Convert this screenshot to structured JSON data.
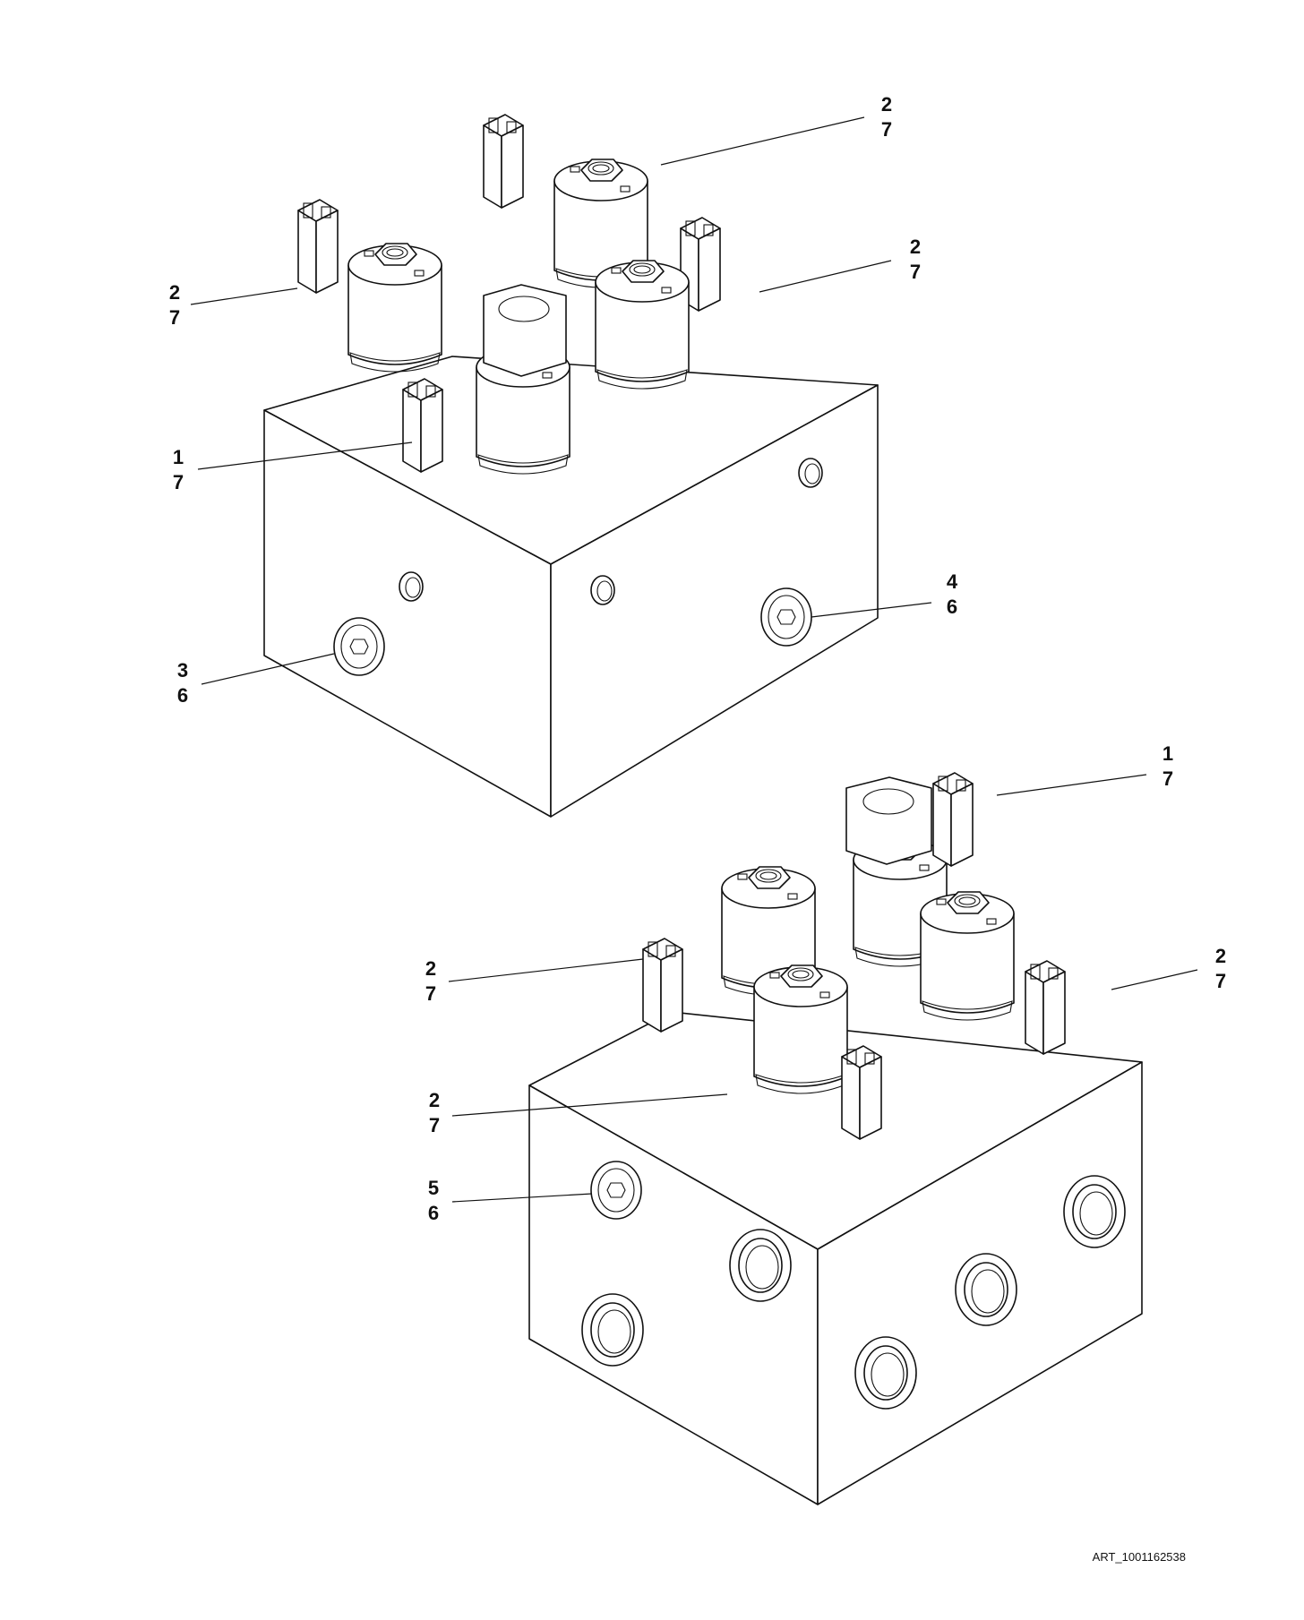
{
  "drawing": {
    "art_id": "ART_1001162538"
  },
  "assembly_top": {
    "callouts": [
      {
        "item": "2",
        "qty": "7"
      },
      {
        "item": "2",
        "qty": "7"
      },
      {
        "item": "2",
        "qty": "7"
      },
      {
        "item": "1",
        "qty": "7"
      },
      {
        "item": "4",
        "qty": "6"
      },
      {
        "item": "3",
        "qty": "6"
      }
    ]
  },
  "assembly_bottom": {
    "callouts": [
      {
        "item": "1",
        "qty": "7"
      },
      {
        "item": "2",
        "qty": "7"
      },
      {
        "item": "2",
        "qty": "7"
      },
      {
        "item": "2",
        "qty": "7"
      },
      {
        "item": "5",
        "qty": "6"
      }
    ]
  }
}
